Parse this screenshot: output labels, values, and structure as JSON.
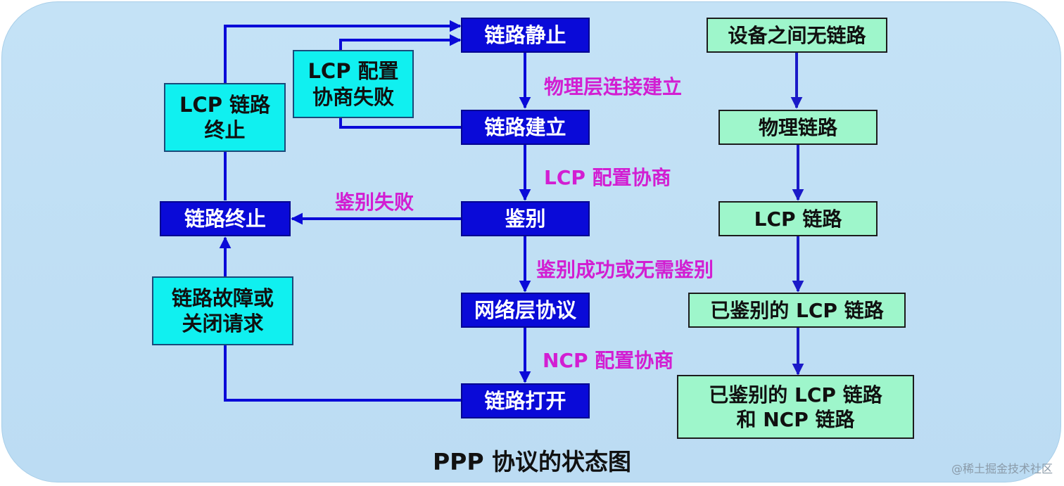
{
  "left_states": {
    "link_dead": "链路静止",
    "link_establish": "链路建立",
    "authenticate": "鉴别",
    "network_protocol": "网络层协议",
    "link_open": "链路打开",
    "link_terminate": "链路终止"
  },
  "cyan_boxes": {
    "lcp_negotiation_failed": [
      "LCP 配置",
      "协商失败"
    ],
    "lcp_link_terminate": [
      "LCP 链路",
      "终止"
    ],
    "link_fault_or_close": [
      "链路故障或",
      "关闭请求"
    ]
  },
  "transition_labels": {
    "physical_layer_established": "物理层连接建立",
    "lcp_negotiation": "LCP 配置协商",
    "auth_failed": "鉴别失败",
    "auth_ok_or_not_needed": "鉴别成功或无需鉴别",
    "ncp_negotiation": "NCP 配置协商"
  },
  "right_chain": {
    "no_link": "设备之间无链路",
    "physical_link": "物理链路",
    "lcp_link": "LCP 链路",
    "authed_lcp_link": "已鉴别的 LCP 链路",
    "authed_lcp_ncp_link": [
      "已鉴别的 LCP 链路",
      "和 NCP 链路"
    ]
  },
  "title": "PPP 协议的状态图",
  "watermark": "@稀土掘金技术社区",
  "colors": {
    "state_box": "#0a0ad8",
    "condition_box": "#10f0f0",
    "right_box": "#9ef6cb",
    "label": "#d21ed2",
    "arrow_left": "#0a0ad8",
    "arrow_right": "#1a1ac8"
  }
}
